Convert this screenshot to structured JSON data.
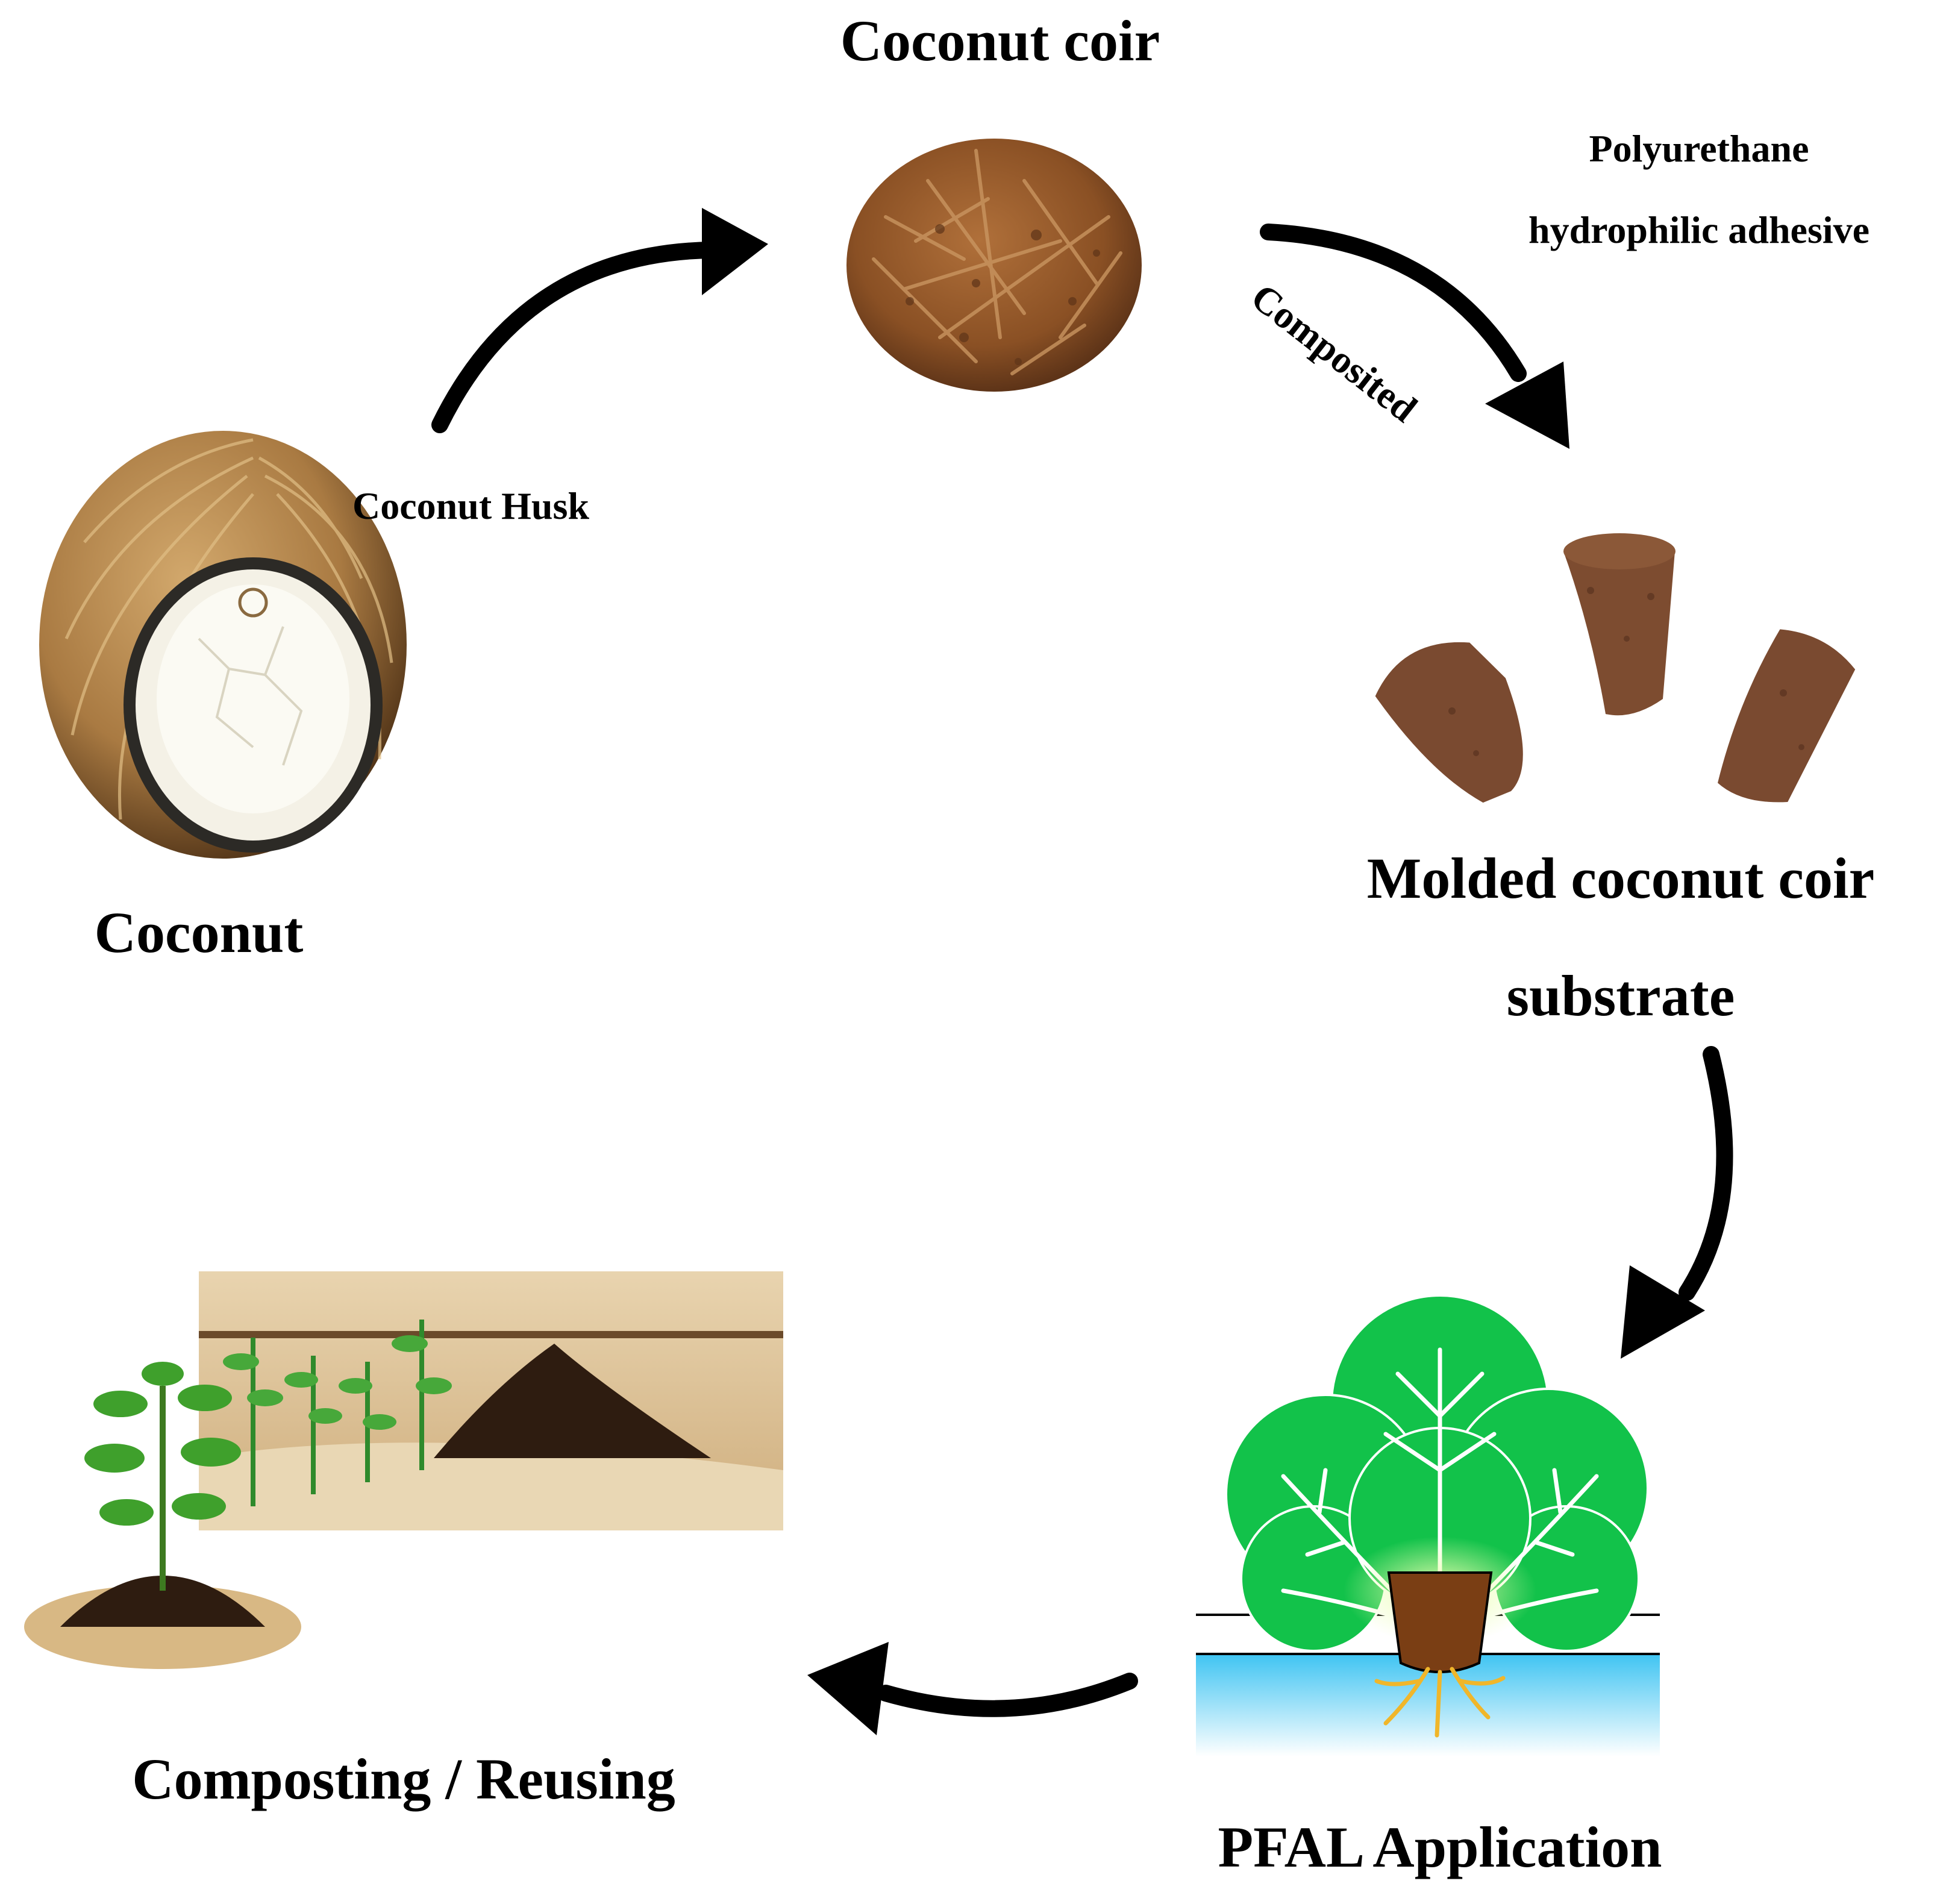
{
  "labels": {
    "coconut_coir": "Coconut coir",
    "polyurethane_line1": "Polyurethane",
    "polyurethane_line2": "hydrophilic adhesive",
    "composited": "Composited",
    "coconut_husk": "Coconut Husk",
    "coconut": "Coconut",
    "molded_line1": "Molded coconut coir",
    "molded_line2": "substrate",
    "composting": "Composting / Reusing",
    "pfal": "PFAL Application"
  },
  "colors": {
    "arrow": "#000000",
    "coir_brown": "#8a5024",
    "husk_tan": "#b78a52",
    "coconut_flesh": "#f4f1e6",
    "plug_brown": "#7a4a30",
    "leaf_green": "#12c24a",
    "water_blue": "#5fd0f5",
    "soil_dark": "#2e1c10",
    "sand": "#d8b884"
  },
  "icons": [
    "coconut-icon",
    "coconut-coir-ball-icon",
    "molded-plug-icon",
    "lettuce-plant-icon",
    "compost-scene-icon"
  ]
}
